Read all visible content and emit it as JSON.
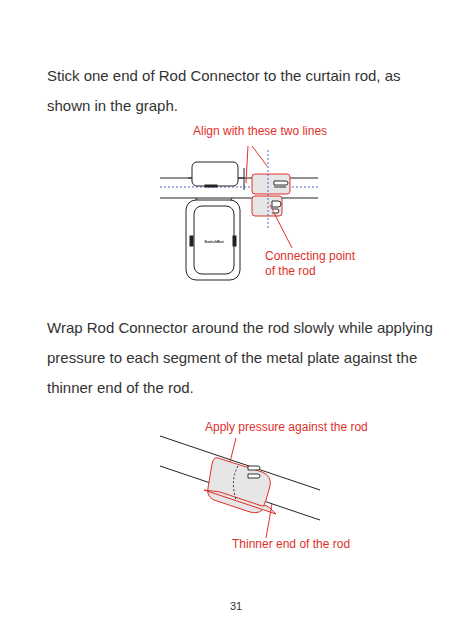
{
  "diagram": {
    "labels": [
      "Stick one end of Rod Connector to the curtain rod, as shown in the graph.",
      "Align with these two lines",
      "SwitchBot",
      "Connecting point of the rod",
      "Wrap Rod Connector around the rod slowly while applying pressure to each segment of the metal plate against the thinner end of the rod.",
      "Apply pressure against the rod",
      "Thinner end of the rod",
      "31"
    ]
  }
}
